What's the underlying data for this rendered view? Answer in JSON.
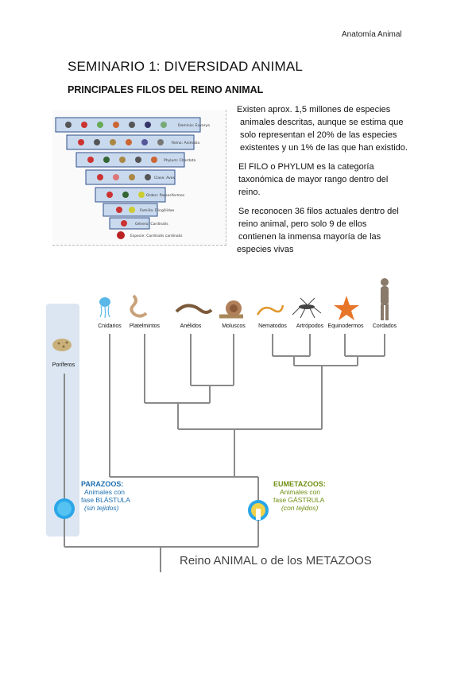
{
  "header": {
    "course": "Anatomía Animal"
  },
  "title": "SEMINARIO 1: DIVERSIDAD ANIMAL",
  "subtitle": "PRINCIPALES FILOS DEL REINO ANIMAL",
  "taxonomy_image": {
    "levels": [
      "Dominio: Eukarya",
      "Reino: Animalia",
      "Phylum: Chordata",
      "Clase: Aves",
      "Orden: Passeriformes",
      "Familia: Fringillidae",
      "Género: Cardinalis",
      "Especie: Cardinalis cardinalis"
    ]
  },
  "paragraphs": [
    {
      "lines": [
        "Existen aprox. 1,5 millones de especies",
        "animales descritas, aunque se estima que",
        "solo representan el 20% de las especies",
        "existentes y un 1% de las que han existido."
      ]
    },
    {
      "lines": [
        "El FILO o PHYLUM es la categoría",
        "taxonómica de mayor rango dentro del",
        "reino."
      ]
    },
    {
      "lines": [
        "Se reconocen 36 filos actuales dentro del",
        "reino animal, pero solo 9 de ellos",
        "contienen la inmensa mayoría de las",
        "especies vivas"
      ]
    }
  ],
  "tree": {
    "poriferos": "Poríferos",
    "phyla": [
      "Cnidarios",
      "Platelmintos",
      "Anélidos",
      "Moluscos",
      "Nematodos",
      "Artrópodos",
      "Equinodermos",
      "Cordados"
    ],
    "parazoos": {
      "title": "PARAZOOS:",
      "line1": "Animales con",
      "line2": "fase BLÁSTULA",
      "line3": "(sin tejidos)"
    },
    "eumetazoos": {
      "title": "EUMETAZOOS:",
      "line1": "Animales con",
      "line2": "fase GÁSTRULA",
      "line3": "(con tejidos)"
    },
    "root_label": "Reino ANIMAL o de los METAZOOS"
  },
  "colors": {
    "parazoo_blue": "#1e8fd6",
    "eumetazoo_green": "#7a9a1a",
    "panel": "#dce6f2",
    "branch": "#8a8a8a"
  }
}
